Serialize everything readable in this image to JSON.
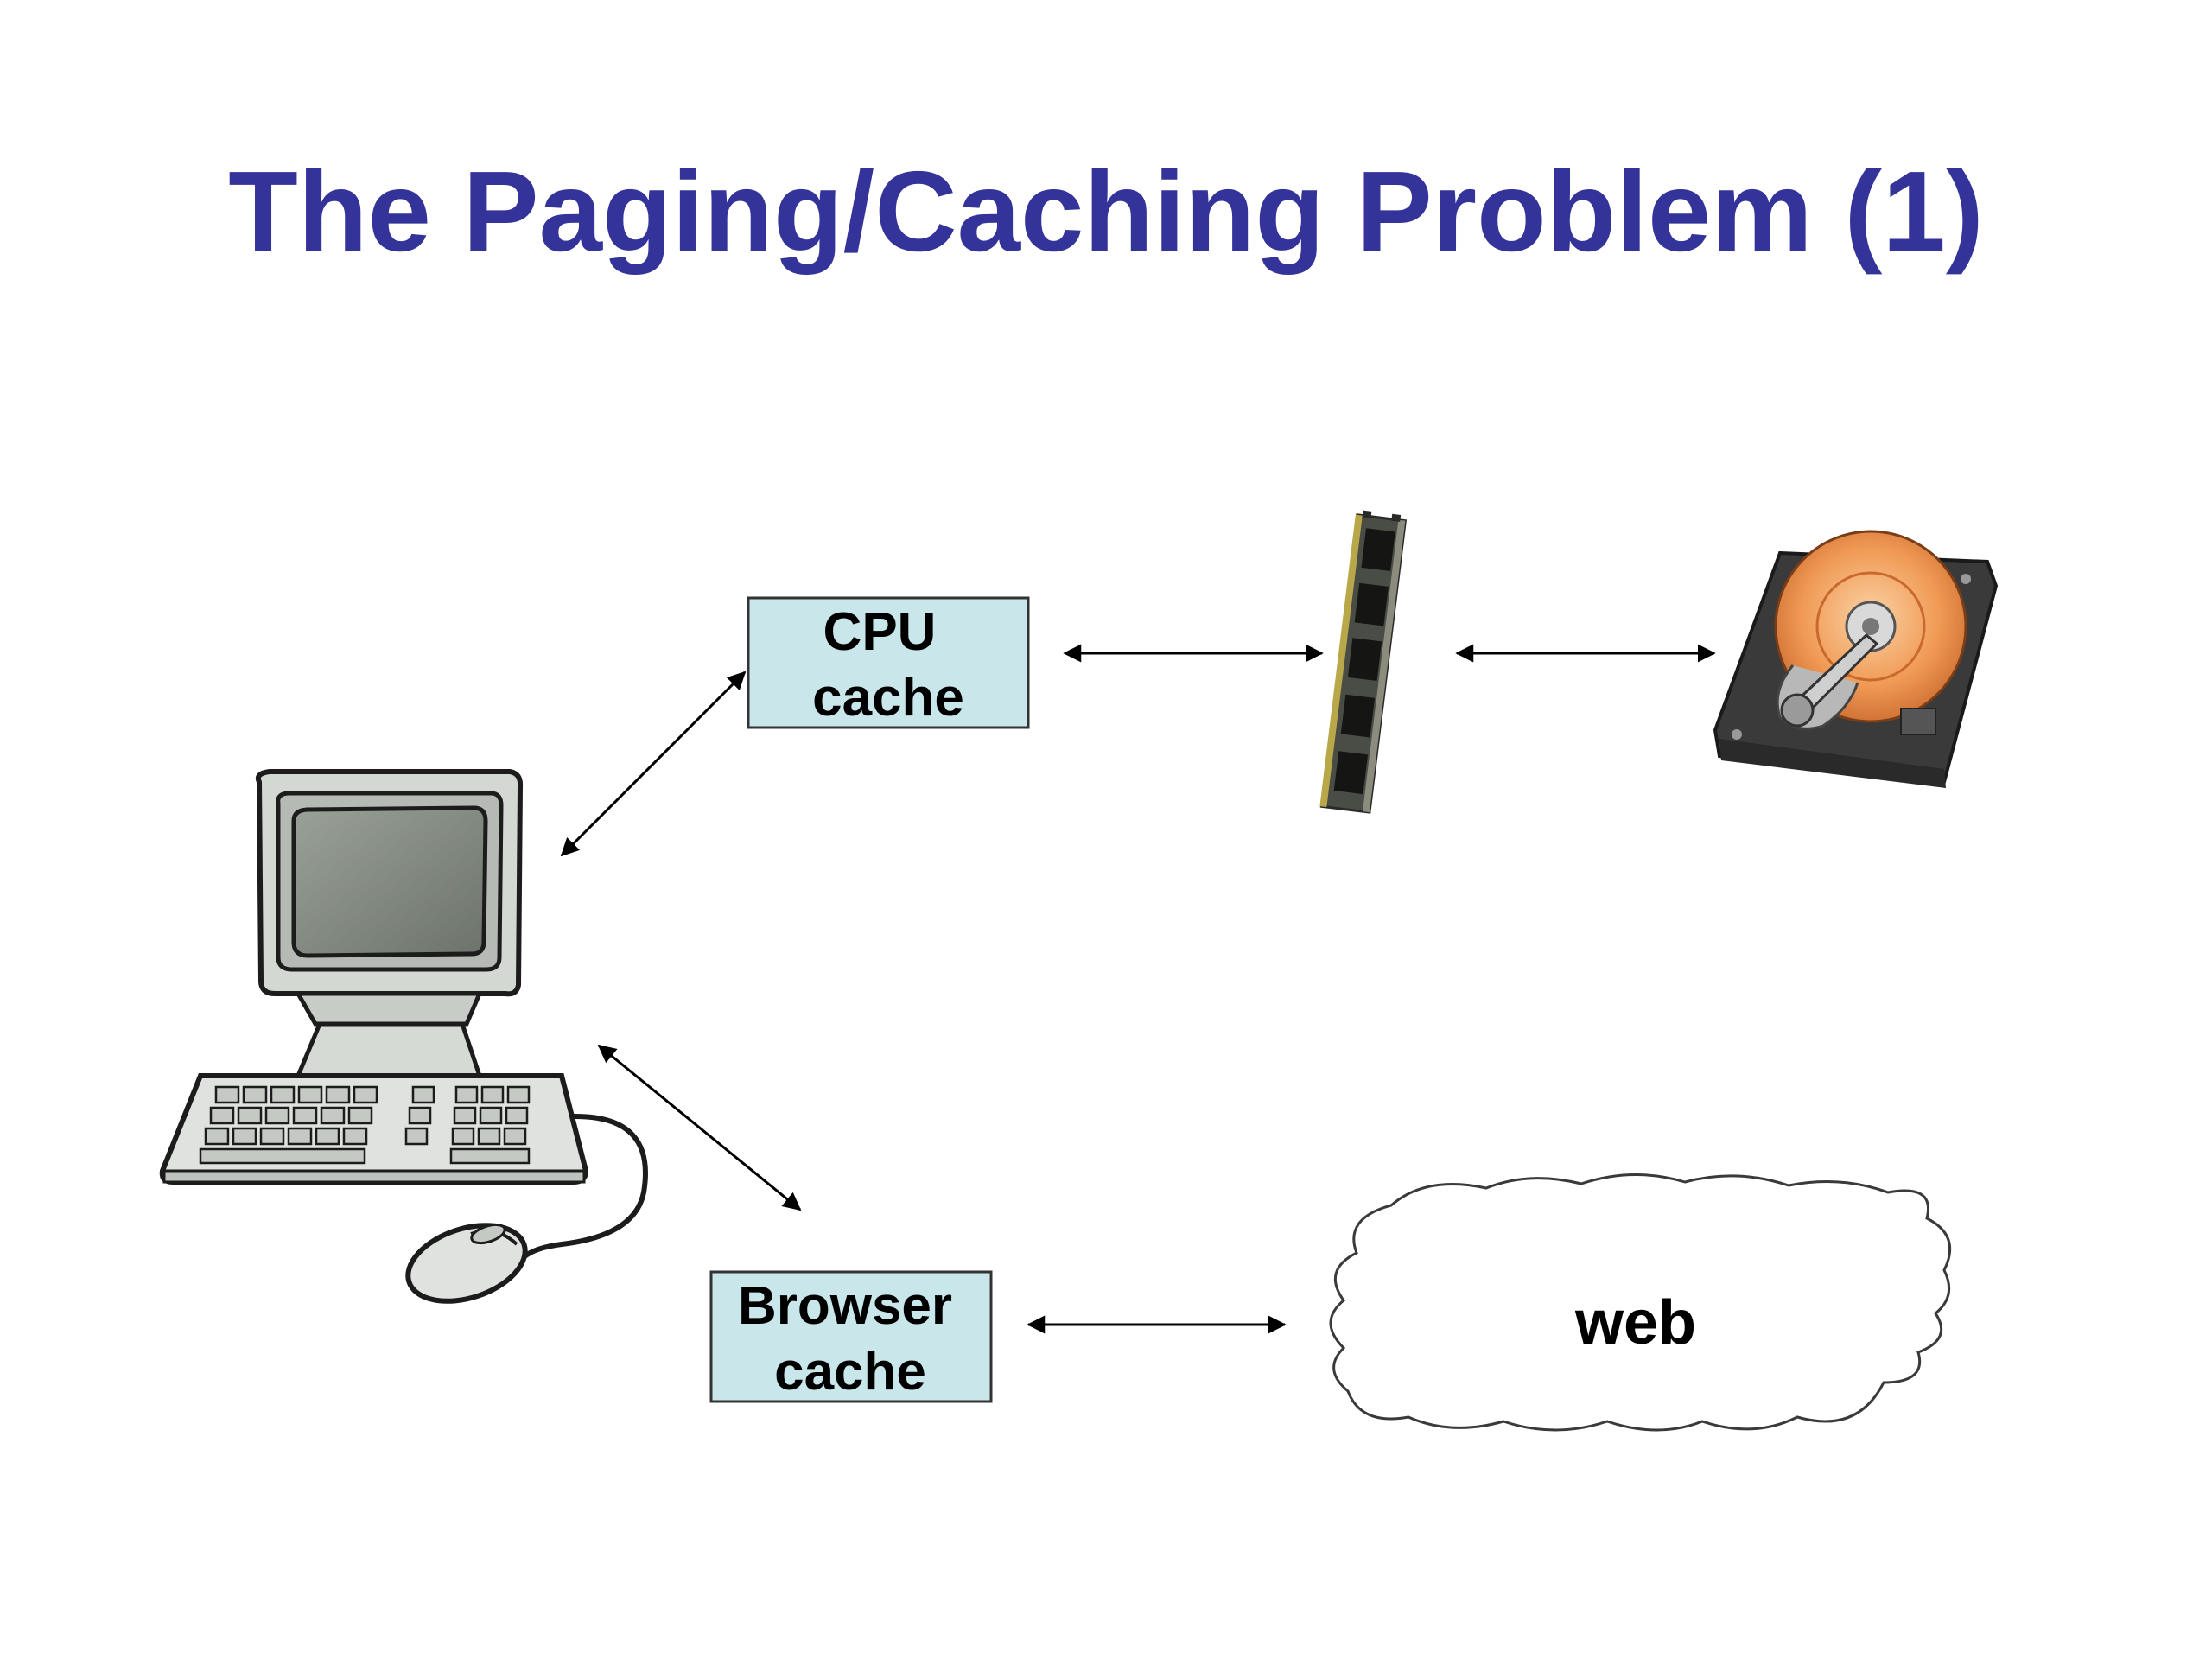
{
  "slide": {
    "title": "The Paging/Caching Problem (1)"
  },
  "diagram": {
    "nodes": {
      "computer": {
        "icon": "computer-icon"
      },
      "cpu_cache": {
        "line1": "CPU",
        "line2": "cache"
      },
      "ram": {
        "icon": "ram-module-icon"
      },
      "hard_disk": {
        "icon": "hard-disk-icon"
      },
      "browser_cache": {
        "line1": "Browser",
        "line2": "cache"
      },
      "web": {
        "label": "web"
      }
    },
    "edges": [
      {
        "from": "computer",
        "to": "cpu_cache",
        "bidirectional": true
      },
      {
        "from": "cpu_cache",
        "to": "ram",
        "bidirectional": true
      },
      {
        "from": "ram",
        "to": "hard_disk",
        "bidirectional": true
      },
      {
        "from": "computer",
        "to": "browser_cache",
        "bidirectional": true
      },
      {
        "from": "browser_cache",
        "to": "web",
        "bidirectional": true
      }
    ],
    "colors": {
      "title": "#33339a",
      "box_fill": "#c9e6ea",
      "box_stroke": "#333333",
      "disk_platter": "#f09a55",
      "ram_board": "#4a4d46"
    }
  }
}
